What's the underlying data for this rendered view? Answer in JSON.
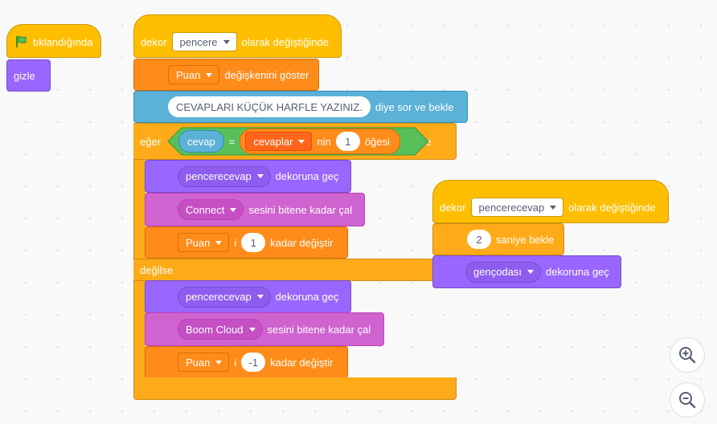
{
  "colors": {
    "events": "#ffbf00",
    "looks": "#9966ff",
    "sound": "#cf63cf",
    "variables": "#ff8c1a",
    "sensing": "#5cb1d6",
    "control": "#ffab19",
    "operators": "#59c059",
    "operators_list": "#ff661a"
  },
  "flag_script": {
    "hat_label": "tıklandığında",
    "hide_label": "gizle",
    "icon": "green-flag-icon"
  },
  "main_script": {
    "hat": {
      "prefix": "dekor",
      "backdrop": "pencere",
      "suffix": "olarak değiştiğinde"
    },
    "show_var": {
      "var": "Puan",
      "label": "değişkenini göster"
    },
    "ask": {
      "text": "CEVAPLARI KÜÇÜK HARFLE YAZINIZ.",
      "label": "diye sor ve bekle"
    },
    "if_else": {
      "if_label": "eğer",
      "then_label": "ise",
      "else_label": "değilse",
      "condition": {
        "left": "cevap",
        "op": "=",
        "list": "cevaplar",
        "nin": "nin",
        "index": "1",
        "ogesi": "öğesi"
      },
      "then": {
        "switch_costume": {
          "value": "pencerecevap",
          "label": "dekoruna geç"
        },
        "play_sound": {
          "value": "Connect",
          "label": "sesini bitene kadar çal"
        },
        "change_var": {
          "var": "Puan",
          "i": "i",
          "amount": "1",
          "label": "kadar değiştir"
        }
      },
      "else": {
        "switch_costume": {
          "value": "pencerecevap",
          "label": "dekoruna geç"
        },
        "play_sound": {
          "value": "Boom Cloud",
          "label": "sesini bitene kadar çal"
        },
        "change_var": {
          "var": "Puan",
          "i": "i",
          "amount": "-1",
          "label": "kadar değiştir"
        }
      }
    }
  },
  "second_script": {
    "hat": {
      "prefix": "dekor",
      "backdrop": "pencerecevap",
      "suffix": "olarak değiştiğinde"
    },
    "wait": {
      "amount": "2",
      "label": "saniye bekle"
    },
    "switch_backdrop": {
      "value": "gençodası",
      "label": "dekoruna geç"
    }
  },
  "zoom": {
    "in_icon": "zoom-in-icon",
    "out_icon": "zoom-out-icon"
  }
}
